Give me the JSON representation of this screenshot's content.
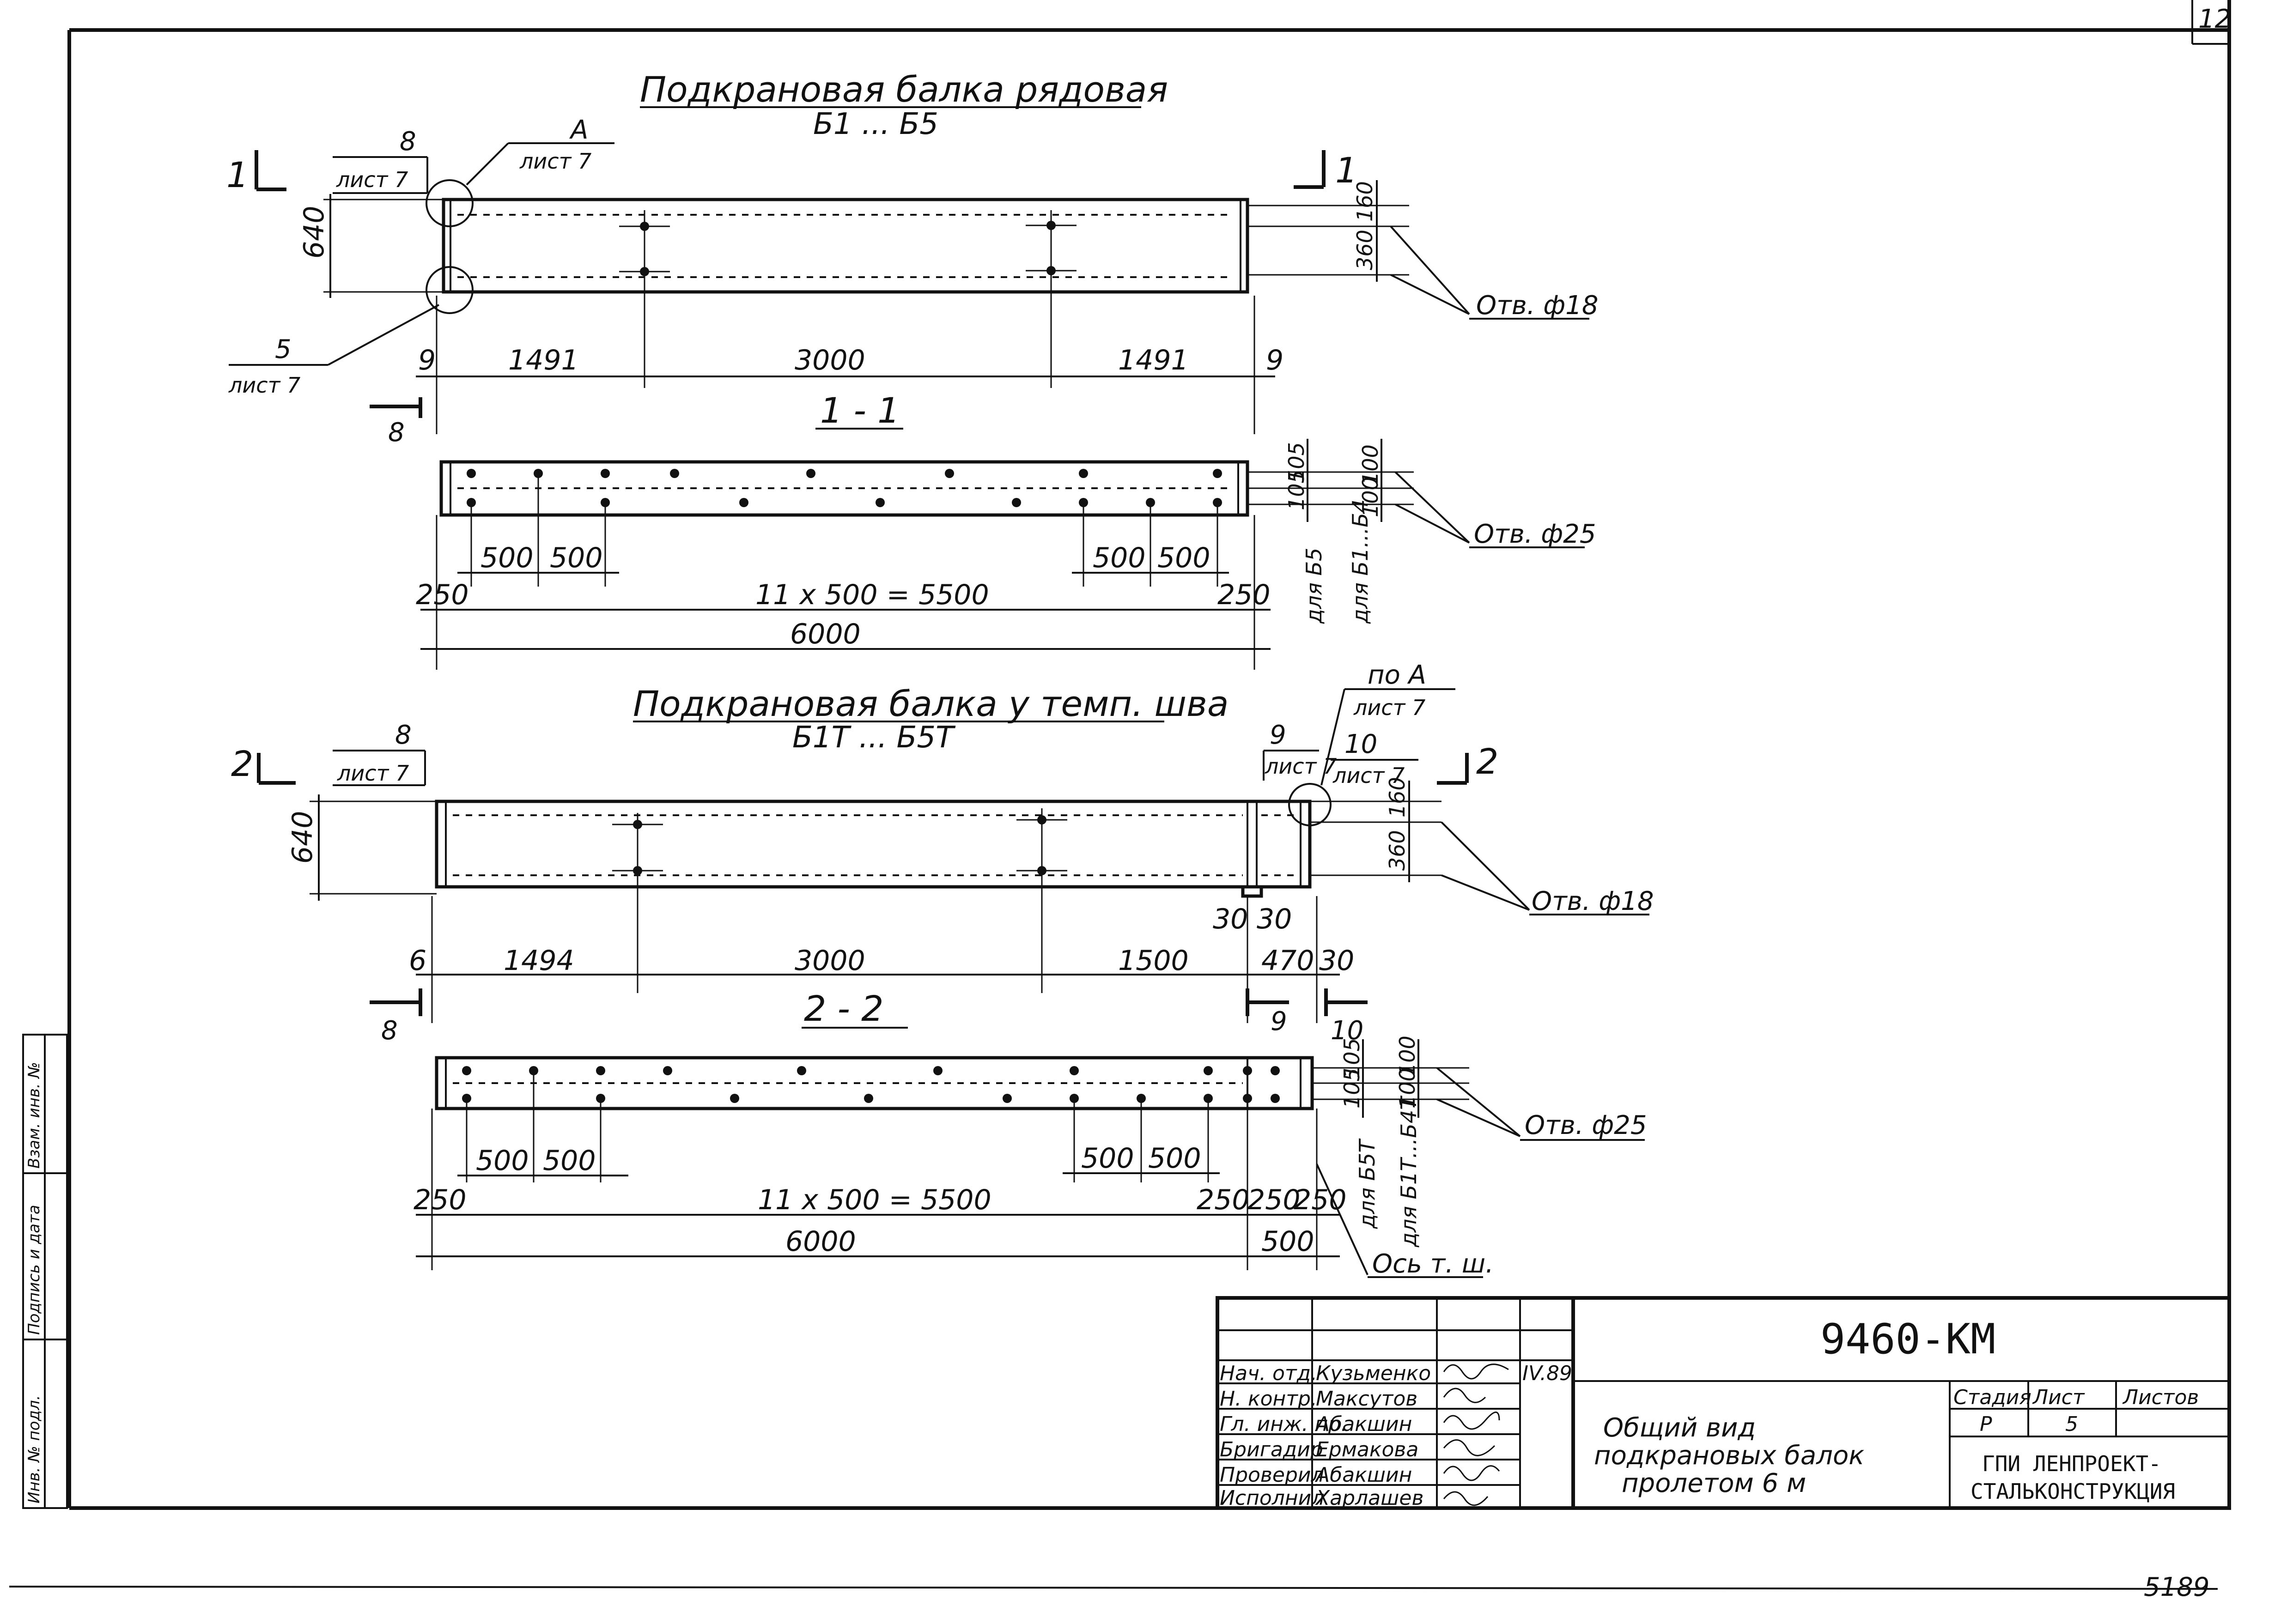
{
  "sheet_number": "12",
  "archive_number": "5189",
  "beam1": {
    "title": "Подкрановая балка рядовая",
    "marks": "Б1 ... Б5",
    "section_label": "1 - 1",
    "section_mark": "1",
    "callout_a_letter": "А",
    "callout_a_sheet": "лист 7",
    "callout_8_num": "8",
    "callout_8_sheet": "лист 7",
    "callout_5_num": "5",
    "callout_5_sheet": "лист 7",
    "height": "640",
    "dim_160": "160",
    "dim_360": "360",
    "hole_note_18": "Отв. ф18",
    "hole_note_25": "Отв. ф25",
    "dim_9_left": "9",
    "dim_1491_left": "1491",
    "dim_3000": "3000",
    "dim_1491_right": "1491",
    "dim_9_right": "9",
    "flange_mark": "8",
    "dims_500": [
      "500",
      "500",
      "500",
      "500"
    ],
    "dim_250_left": "250",
    "dim_pitch": "11 x 500 = 5500",
    "dim_250_right": "250",
    "dim_total": "6000",
    "dim_105a": "105",
    "dim_105b": "105",
    "dim_100a": "100",
    "dim_100b": "100",
    "note_b5": "для Б5",
    "note_b1b4": "для Б1...Б4"
  },
  "beam2": {
    "title": "Подкрановая балка у темп. шва",
    "marks": "Б1Т ... Б5Т",
    "section_label": "2 - 2",
    "section_mark": "2",
    "callout_a_text": "по А",
    "callout_a_sheet": "лист 7",
    "callout_8_num": "8",
    "callout_8_sheet": "лист 7",
    "callout_9_num": "9",
    "callout_9_sheet": "лист 7",
    "callout_10_num": "10",
    "callout_10_sheet": "лист 7",
    "height": "640",
    "dim_160": "160",
    "dim_360": "360",
    "hole_note_18": "Отв. ф18",
    "hole_note_25": "Отв. ф25",
    "dim_30a": "30",
    "dim_30b": "30",
    "dim_6": "6",
    "dim_1494": "1494",
    "dim_3000": "3000",
    "dim_1500": "1500",
    "dim_470": "470",
    "dim_30c": "30",
    "mark_8": "8",
    "mark_9": "9",
    "mark_10": "10",
    "dims_500": [
      "500",
      "500",
      "500",
      "500"
    ],
    "dim_250_left": "250",
    "dim_pitch": "11 x 500 = 5500",
    "dim_250_r1": "250",
    "dim_250_r2": "250",
    "dim_250_r3": "250",
    "dim_total": "6000",
    "dim_500_end": "500",
    "axis_note": "Ось т. ш.",
    "note_b5t": "для Б5Т",
    "note_b1tb4t": "для Б1Т...Б4Т",
    "dim_105a": "105",
    "dim_105b": "105",
    "dim_100a": "100",
    "dim_100b": "100"
  },
  "side_stamp": {
    "col1": "Инв. № подл.",
    "col2": "Подпись и дата",
    "col3": "Взам. инв. №"
  },
  "title_block": {
    "code": "9460-КМ",
    "drawing_title": [
      "Общий вид",
      "подкрановых балок",
      "пролетом 6 м"
    ],
    "stage_header": "Стадия",
    "sheet_header": "Лист",
    "sheets_header": "Листов",
    "stage": "Р",
    "sheet": "5",
    "sheets": "",
    "organization": [
      "ГПИ ЛЕНПРОЕКТ-",
      "СТАЛЬКОНСТРУКЦИЯ"
    ],
    "date": "IV.89",
    "rows": [
      {
        "role": "Нач. отд.",
        "name": "Кузьменко"
      },
      {
        "role": "Н. контр.",
        "name": "Максутов"
      },
      {
        "role": "Гл. инж. пр.",
        "name": "Абакшин"
      },
      {
        "role": "Бригадир",
        "name": "Ермакова"
      },
      {
        "role": "Проверил",
        "name": "Абакшин"
      },
      {
        "role": "Исполнил",
        "name": "Харлашев"
      }
    ]
  }
}
